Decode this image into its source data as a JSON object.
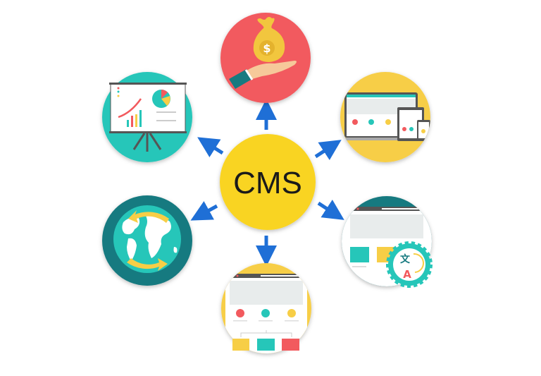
{
  "center": {
    "label": "CMS"
  },
  "nodes": {
    "monetization": {
      "symbol": "$"
    },
    "translation": {
      "source_glyph": "文",
      "target_glyph": "A"
    }
  },
  "colors": {
    "center": "#F9D423",
    "arrow": "#1F6FD6",
    "red": "#F25A5E",
    "teal": "#26C6B9",
    "dark_teal": "#177A80",
    "yellow": "#F7CE46"
  }
}
